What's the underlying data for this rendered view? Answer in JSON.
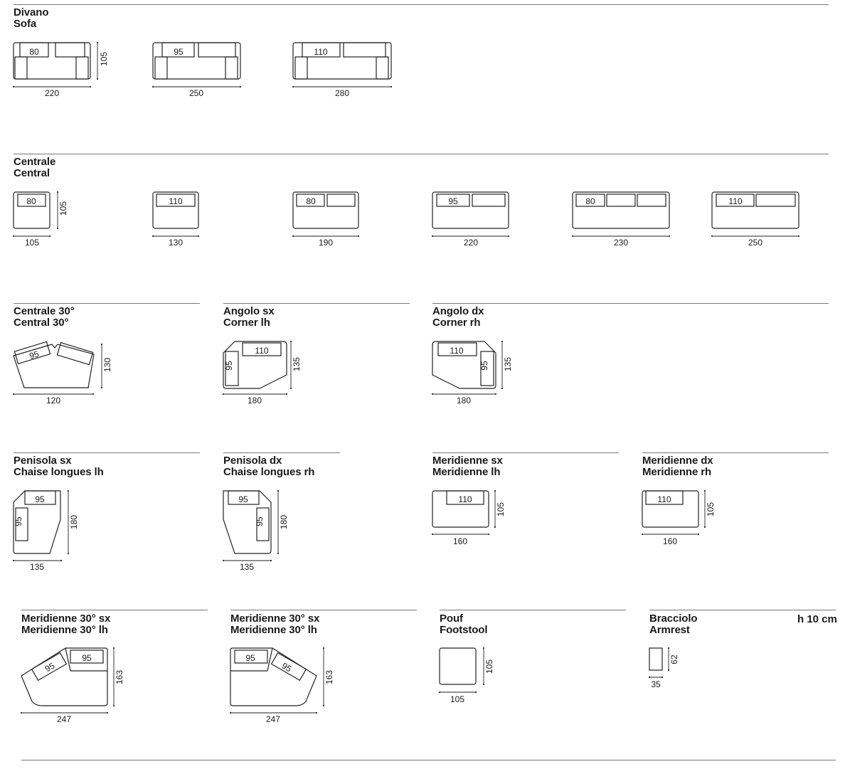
{
  "sections": {
    "divano": {
      "it": "Divano",
      "en": "Sofa"
    },
    "centrale": {
      "it": "Centrale",
      "en": "Central"
    },
    "c30": {
      "it": "Centrale 30°",
      "en": "Central 30°"
    },
    "angsx": {
      "it": "Angolo sx",
      "en": "Corner lh"
    },
    "angdx": {
      "it": "Angolo dx",
      "en": "Corner rh"
    },
    "pensx": {
      "it": "Penisola sx",
      "en": "Chaise longues lh"
    },
    "pendx": {
      "it": "Penisola dx",
      "en": "Chaise longues rh"
    },
    "merisx": {
      "it": "Meridienne sx",
      "en": "Meridienne lh"
    },
    "meridx": {
      "it": "Meridienne dx",
      "en": "Meridienne rh"
    },
    "m30sx": {
      "it": "Meridienne 30° sx",
      "en": "Meridienne 30° lh"
    },
    "m30dx": {
      "it": "Meridienne 30° sx",
      "en": "Meridienne 30° lh"
    },
    "pouf": {
      "it": "Pouf",
      "en": "Footstool"
    },
    "bracciolo": {
      "it": "Bracciolo",
      "en": "Armrest"
    }
  },
  "armrest_height": "h 10 cm",
  "dims": {
    "sofa": [
      {
        "cushion": "80",
        "width": "220",
        "depth": "105"
      },
      {
        "cushion": "95",
        "width": "250"
      },
      {
        "cushion": "110",
        "width": "280"
      }
    ],
    "central": [
      {
        "cushion": "80",
        "width": "105",
        "depth": "105"
      },
      {
        "cushion": "110",
        "width": "130"
      },
      {
        "cushion": "80",
        "width": "190"
      },
      {
        "cushion": "95",
        "width": "220"
      },
      {
        "cushion": "80",
        "width": "230"
      },
      {
        "cushion": "110",
        "width": "250"
      }
    ],
    "central30": {
      "cushion": "95",
      "width": "120",
      "depth": "130"
    },
    "corner_lh": {
      "cushion": "110",
      "side": "95",
      "width": "180",
      "depth": "135"
    },
    "corner_rh": {
      "cushion": "110",
      "side": "95",
      "width": "180",
      "depth": "135"
    },
    "chaise_lh": {
      "cushion": "95",
      "side": "95",
      "width": "135",
      "depth": "180"
    },
    "chaise_rh": {
      "cushion": "95",
      "side": "95",
      "width": "135",
      "depth": "180"
    },
    "meri_lh": {
      "cushion": "110",
      "width": "160",
      "depth": "105"
    },
    "meri_rh": {
      "cushion": "110",
      "width": "160",
      "depth": "105"
    },
    "meri30_lh": {
      "c1": "95",
      "c2": "95",
      "width": "247",
      "depth": "163"
    },
    "meri30_rh": {
      "c1": "95",
      "c2": "95",
      "width": "247",
      "depth": "163"
    },
    "footstool": {
      "width": "105",
      "depth": "105"
    },
    "armrest": {
      "width": "35",
      "depth": "62"
    }
  }
}
